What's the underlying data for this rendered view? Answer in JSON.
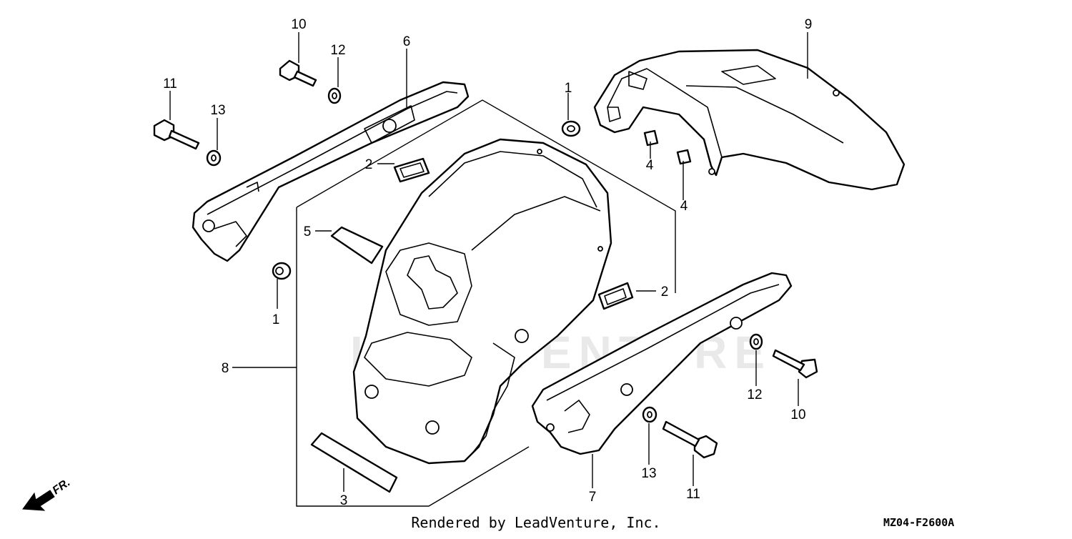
{
  "diagram": {
    "callouts": [
      "1",
      "1",
      "2",
      "2",
      "3",
      "4",
      "4",
      "5",
      "6",
      "7",
      "8",
      "9",
      "10",
      "10",
      "11",
      "11",
      "12",
      "12",
      "13",
      "13"
    ],
    "direction_label": "FR.",
    "credit": "Rendered by LeadVenture, Inc.",
    "diagram_code": "MZ04-F2600A",
    "watermark": "LEADVENTURE"
  }
}
